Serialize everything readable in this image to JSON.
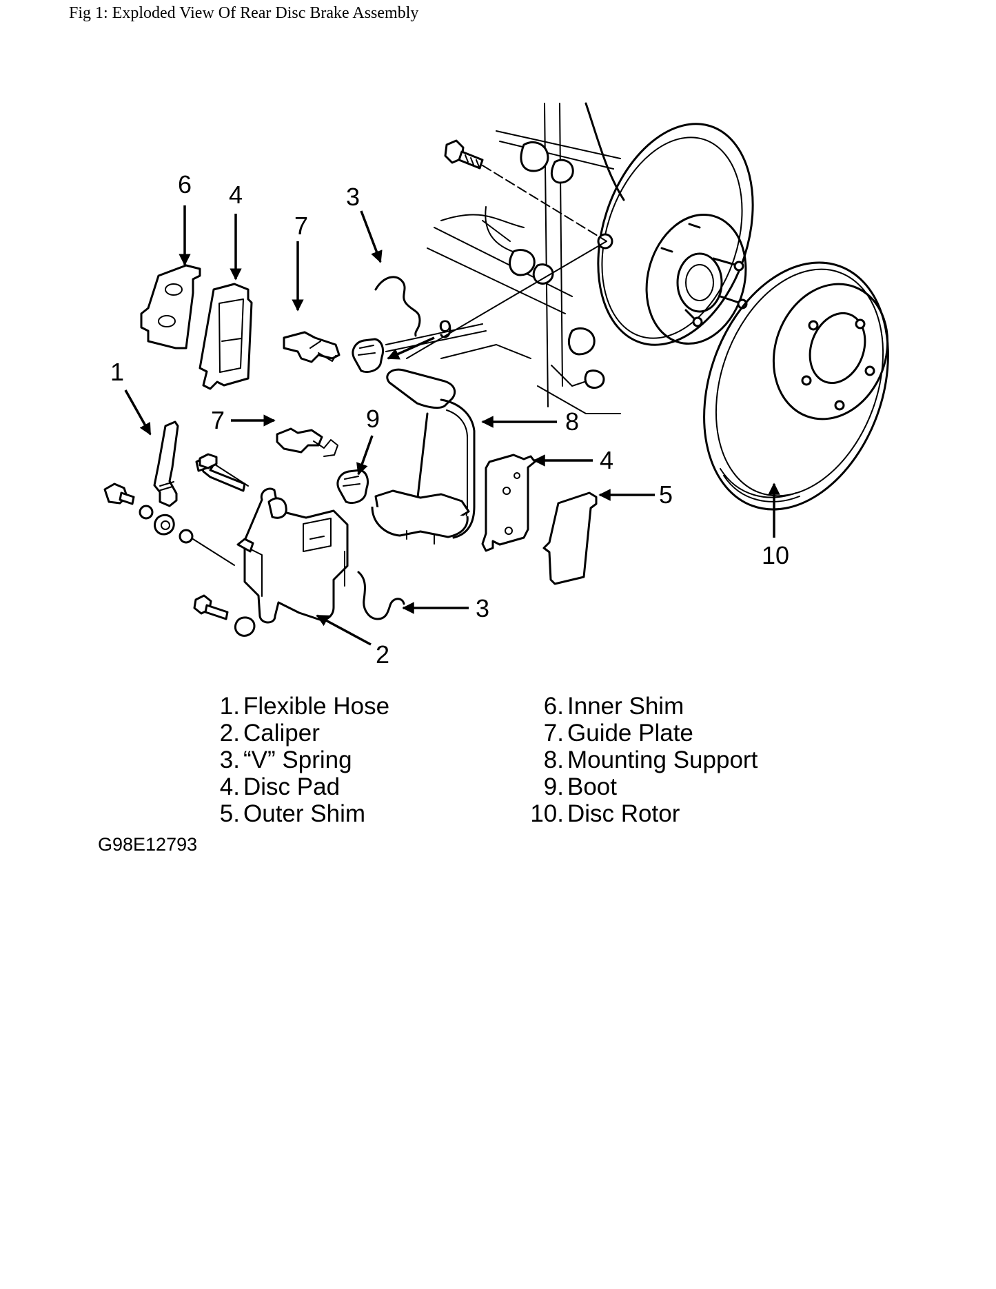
{
  "title": "Fig 1: Exploded View Of Rear Disc Brake Assembly",
  "callouts": {
    "c6": "6",
    "c4_top": "4",
    "c7_top": "7",
    "c3_top": "3",
    "c9_top": "9",
    "c1": "1",
    "c7_mid": "7",
    "c9_mid": "9",
    "c8": "8",
    "c4_right": "4",
    "c5": "5",
    "c10": "10",
    "c3_bottom": "3",
    "c2": "2"
  },
  "legend": [
    {
      "number": "1.",
      "label": "Flexible Hose"
    },
    {
      "number": "2.",
      "label": "Caliper"
    },
    {
      "number": "3.",
      "label": "“V” Spring"
    },
    {
      "number": "4.",
      "label": "Disc Pad"
    },
    {
      "number": "5.",
      "label": "Outer Shim"
    },
    {
      "number": "6.",
      "label": "Inner Shim"
    },
    {
      "number": "7.",
      "label": "Guide Plate"
    },
    {
      "number": "8.",
      "label": "Mounting Support"
    },
    {
      "number": "9.",
      "label": "Boot"
    },
    {
      "number": "10.",
      "label": "Disc Rotor"
    }
  ],
  "figure_code": "G98E12793"
}
